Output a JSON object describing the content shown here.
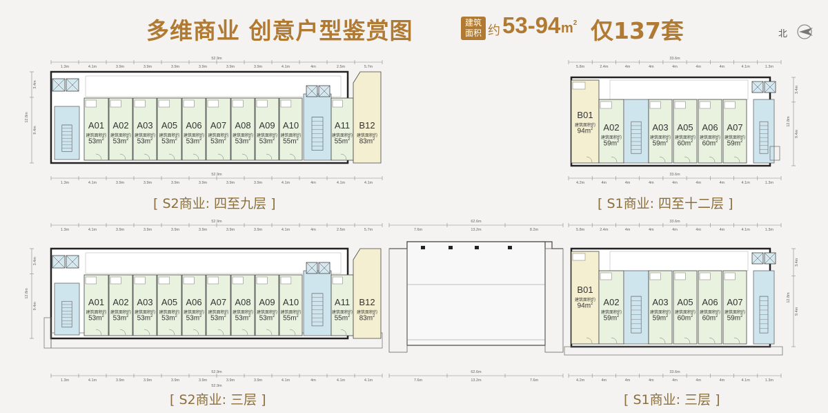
{
  "title": {
    "main": "多维商业 创意户型鉴赏图",
    "badge_line1": "建筑",
    "badge_line2": "面积",
    "approx": "约",
    "range": "53-94",
    "unit": "m",
    "unit_sup": "2",
    "count": "仅137套"
  },
  "north": {
    "label": "北"
  },
  "caption": "建筑面积约",
  "s2_units": [
    {
      "code": "A01",
      "area": "53m"
    },
    {
      "code": "A02",
      "area": "53m"
    },
    {
      "code": "A03",
      "area": "53m"
    },
    {
      "code": "A05",
      "area": "53m"
    },
    {
      "code": "A06",
      "area": "53m"
    },
    {
      "code": "A07",
      "area": "53m"
    },
    {
      "code": "A08",
      "area": "53m"
    },
    {
      "code": "A09",
      "area": "53m"
    },
    {
      "code": "A10",
      "area": "55m"
    },
    {
      "code": "A11",
      "area": "55m"
    },
    {
      "code": "B12",
      "area": "83m"
    }
  ],
  "s1_units": [
    {
      "code": "B01",
      "area": "94m"
    },
    {
      "code": "A02",
      "area": "59m"
    },
    {
      "code": "A03",
      "area": "59m"
    },
    {
      "code": "A05",
      "area": "60m"
    },
    {
      "code": "A06",
      "area": "60m"
    },
    {
      "code": "A07",
      "area": "59m"
    }
  ],
  "floor_labels": {
    "s2_upper": "[ S2商业: 四至九层 ]",
    "s1_upper": "[ S1商业: 四至十二层 ]",
    "s2_lower": "[ S2商业: 三层 ]",
    "s1_lower": "[ S1商业: 三层 ]"
  },
  "dims": {
    "s2_total": "52.9m",
    "s1_total": "33.6m",
    "combined_total": "62.6m",
    "s2_segments": [
      "1.3m",
      "4.1m",
      "3.9m",
      "3.9m",
      "3.9m",
      "3.9m",
      "3.9m",
      "3.9m",
      "4.1m",
      "4m",
      "2.5m",
      "5.7m"
    ],
    "s2_bottom_segments": [
      "1.3m",
      "4.1m",
      "3.9m",
      "3.9m",
      "3.9m",
      "3.9m",
      "3.9m",
      "3.9m",
      "4.1m",
      "4m",
      "4.1m",
      "4.1m"
    ],
    "s1_segments": [
      "5.8m",
      "2.4m",
      "4m",
      "4m",
      "4m",
      "4m",
      "4m",
      "4.1m",
      "1.3m"
    ],
    "s1_bottom_segments": [
      "4.2m",
      "4m",
      "4m",
      "4m",
      "4m",
      "4m",
      "4m",
      "4.1m",
      "1.3m"
    ],
    "mid_segments": [
      "7.6m",
      "13.2m",
      "8.2m"
    ],
    "mid_bottom_segments": [
      "7.6m",
      "13.2m",
      "7.6m"
    ],
    "side_left": [
      "3.4m",
      "12.8m",
      "9.4m"
    ],
    "side_right": [
      "3.4m",
      "12.8m",
      "9.4m"
    ]
  }
}
